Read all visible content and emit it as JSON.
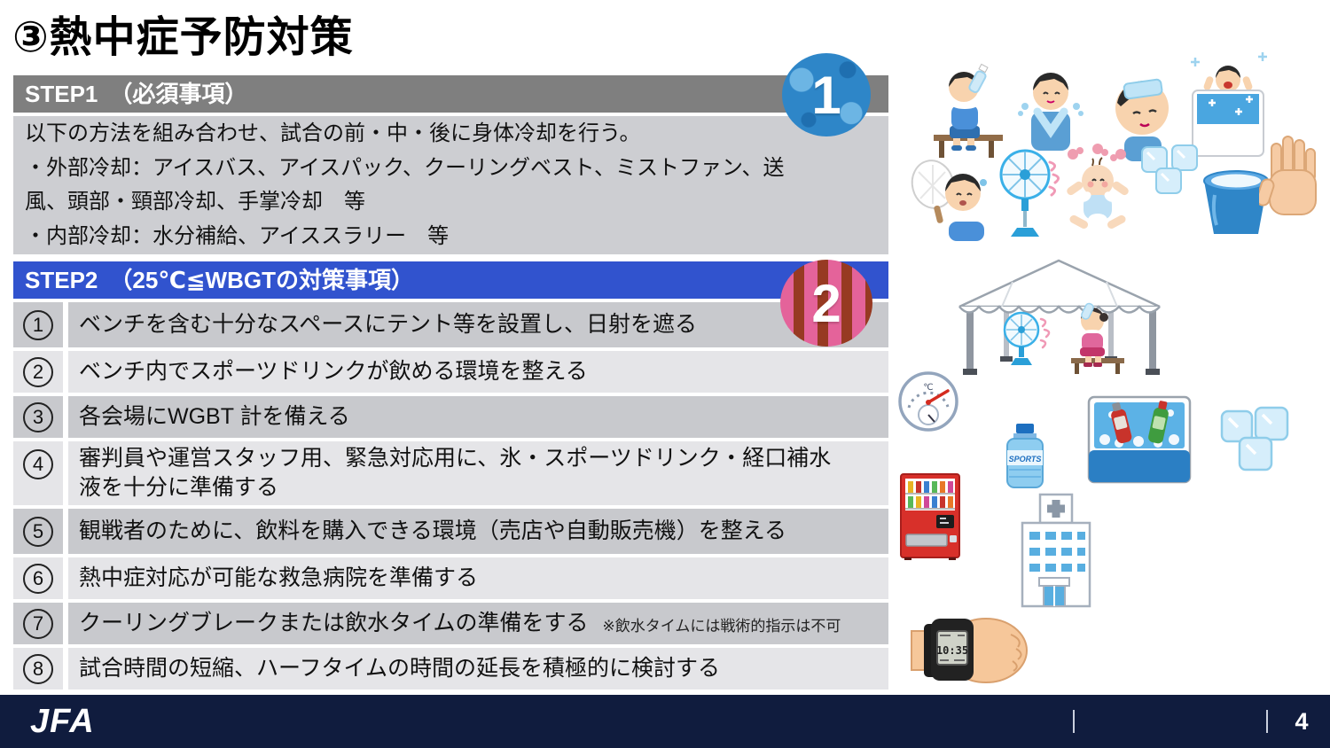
{
  "slide": {
    "title": "③熱中症予防対策"
  },
  "step1": {
    "header": "STEP1　（必須事項）",
    "badge_number": "1",
    "body_lines": [
      "以下の方法を組み合わせ、試合の前・中・後に身体冷却を行う。",
      "・外部冷却：アイスバス、アイスパック、クーリングベスト、ミストファン、送風、頭部・頸部冷却、手掌冷却　等",
      "・内部冷却：水分補給、アイススラリー　等"
    ]
  },
  "step2": {
    "header": "STEP2　（25℃≦WBGTの対策事項）",
    "badge_number": "2",
    "items": [
      {
        "num": "1",
        "text": "ベンチを含む十分なスペースにテント等を設置し、日射を遮る"
      },
      {
        "num": "2",
        "text": "ベンチ内でスポーツドリンクが飲める環境を整える"
      },
      {
        "num": "3",
        "text": "各会場にWGBT 計を備える"
      },
      {
        "num": "4",
        "text": "審判員や運営スタッフ用、緊急対応用に、氷・スポーツドリンク・経口補水液を十分に準備する"
      },
      {
        "num": "5",
        "text": "観戦者のために、飲料を購入できる環境（売店や自動販売機）を整える"
      },
      {
        "num": "6",
        "text": "熱中症対応が可能な救急病院を準備する"
      },
      {
        "num": "7",
        "text": "クーリングブレークまたは飲水タイムの準備をする",
        "note": "※飲水タイムには戦術的指示は不可"
      },
      {
        "num": "8",
        "text": "試合時間の短縮、ハーフタイムの時間の延長を積極的に検討する"
      }
    ]
  },
  "footer": {
    "logo": "JFA",
    "page": "4"
  },
  "illustrations": {
    "top_cluster": [
      "boy-drinking-on-bench",
      "boy-with-cooling-towel",
      "boy-with-forehead-cooling-sheet",
      "boy-in-ice-bath",
      "boy-with-paper-fan",
      "electric-fan",
      "baby-with-cooling-pads",
      "ice-cubes-small",
      "water-bucket",
      "open-hand-palm"
    ],
    "middle_cluster": [
      "tent-with-fan-and-bench",
      "wbgt-meter",
      "sports-drink-bottle",
      "cooler-box-with-drinks",
      "ice-cubes-large"
    ],
    "bottom_cluster": [
      "vending-machine",
      "hospital",
      "digital-wrist-watch"
    ],
    "sports_bottle_label": "SPORTS",
    "watch_time": "10:35",
    "wbgt_unit": "℃"
  },
  "colors": {
    "step1_header_bg": "#7f7f7f",
    "step1_body_bg": "#cdced2",
    "step2_header_bg": "#3153ce",
    "row_dark_bg": "#c8c9cd",
    "row_light_bg": "#e5e5e8",
    "footer_bg": "#101c3e",
    "badge1_blue": "#2e86c8",
    "badge2_pink": "#e4639a"
  }
}
